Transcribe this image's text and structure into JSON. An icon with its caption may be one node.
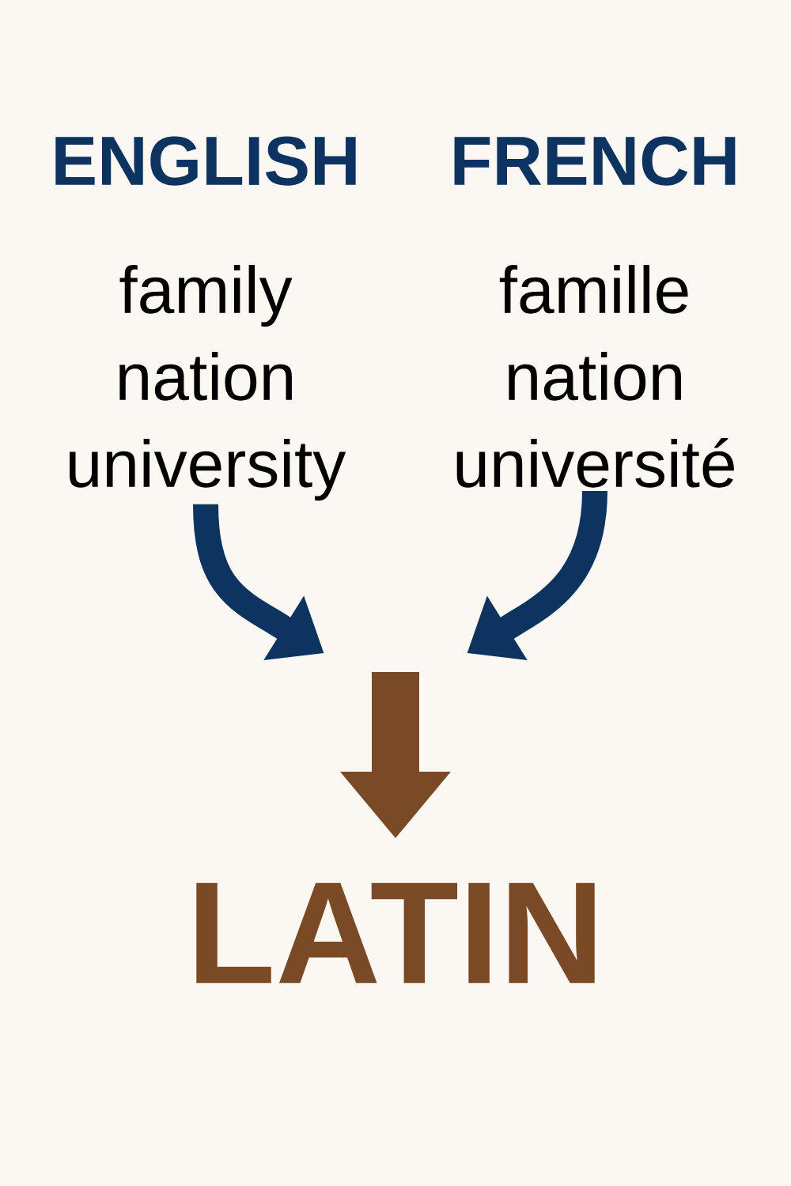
{
  "diagram": {
    "nodes": [
      {
        "text": [
          "ENGLISH",
          "family",
          "nation",
          "university"
        ]
      },
      {
        "text": [
          "FRENCH",
          "famille",
          "nation",
          "université"
        ]
      },
      {
        "text": [],
        "shape": "arrow"
      },
      {
        "text": [
          "LATIN"
        ]
      }
    ],
    "edges": [
      {
        "from": 0,
        "to": 2,
        "arrow": "to"
      },
      {
        "from": 1,
        "to": 2,
        "arrow": "to"
      }
    ]
  }
}
